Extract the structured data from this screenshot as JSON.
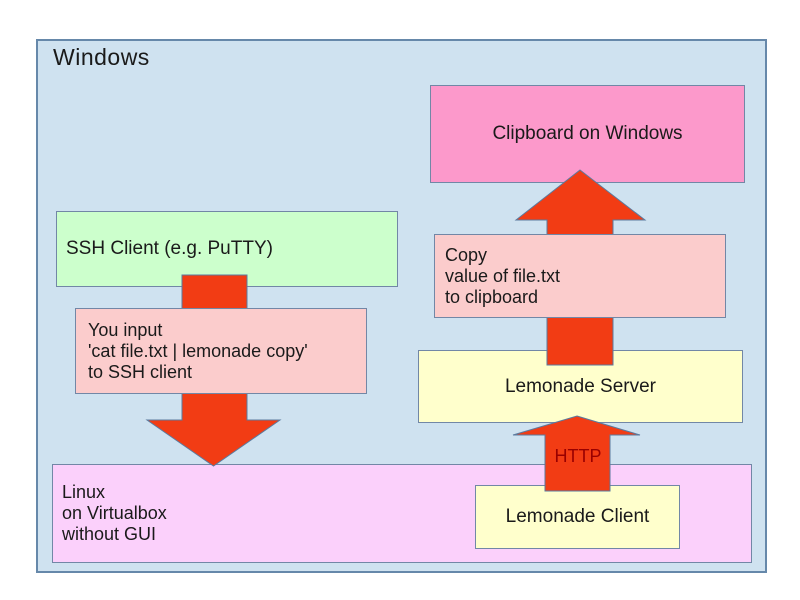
{
  "windows": {
    "label": "Windows"
  },
  "boxes": {
    "ssh_client": {
      "label": "SSH Client (e.g. PuTTY)"
    },
    "you_input": {
      "lines": [
        "You input",
        "'cat file.txt | lemonade copy'",
        "to SSH client"
      ]
    },
    "clipboard": {
      "label": "Clipboard on Windows"
    },
    "copy_note": {
      "lines": [
        "Copy",
        "value of file.txt",
        "to clipboard"
      ]
    },
    "lemonade_server": {
      "label": "Lemonade Server"
    },
    "lemonade_client": {
      "label": "Lemonade Client"
    },
    "linux": {
      "lines": [
        "Linux",
        "on Virtualbox",
        "without GUI"
      ]
    }
  },
  "arrows": {
    "http_label": "HTTP"
  },
  "colors": {
    "page_bg": "#FFFFFF",
    "text_color": "#1A1A1A",
    "container_fill": "#CFE2F0",
    "container_border": "#6688AA",
    "box_border": "#7287A6",
    "ssh_fill": "#CCFFCC",
    "note_fill": "#FBCCCC",
    "clipboard_fill": "#FC99CB",
    "yellow_fill": "#FFFFCC",
    "linux_fill": "#FBD0FB",
    "arrow_fill": "#F23C14",
    "arrow_border": "#5B7A9E",
    "http_text": "#990000"
  }
}
